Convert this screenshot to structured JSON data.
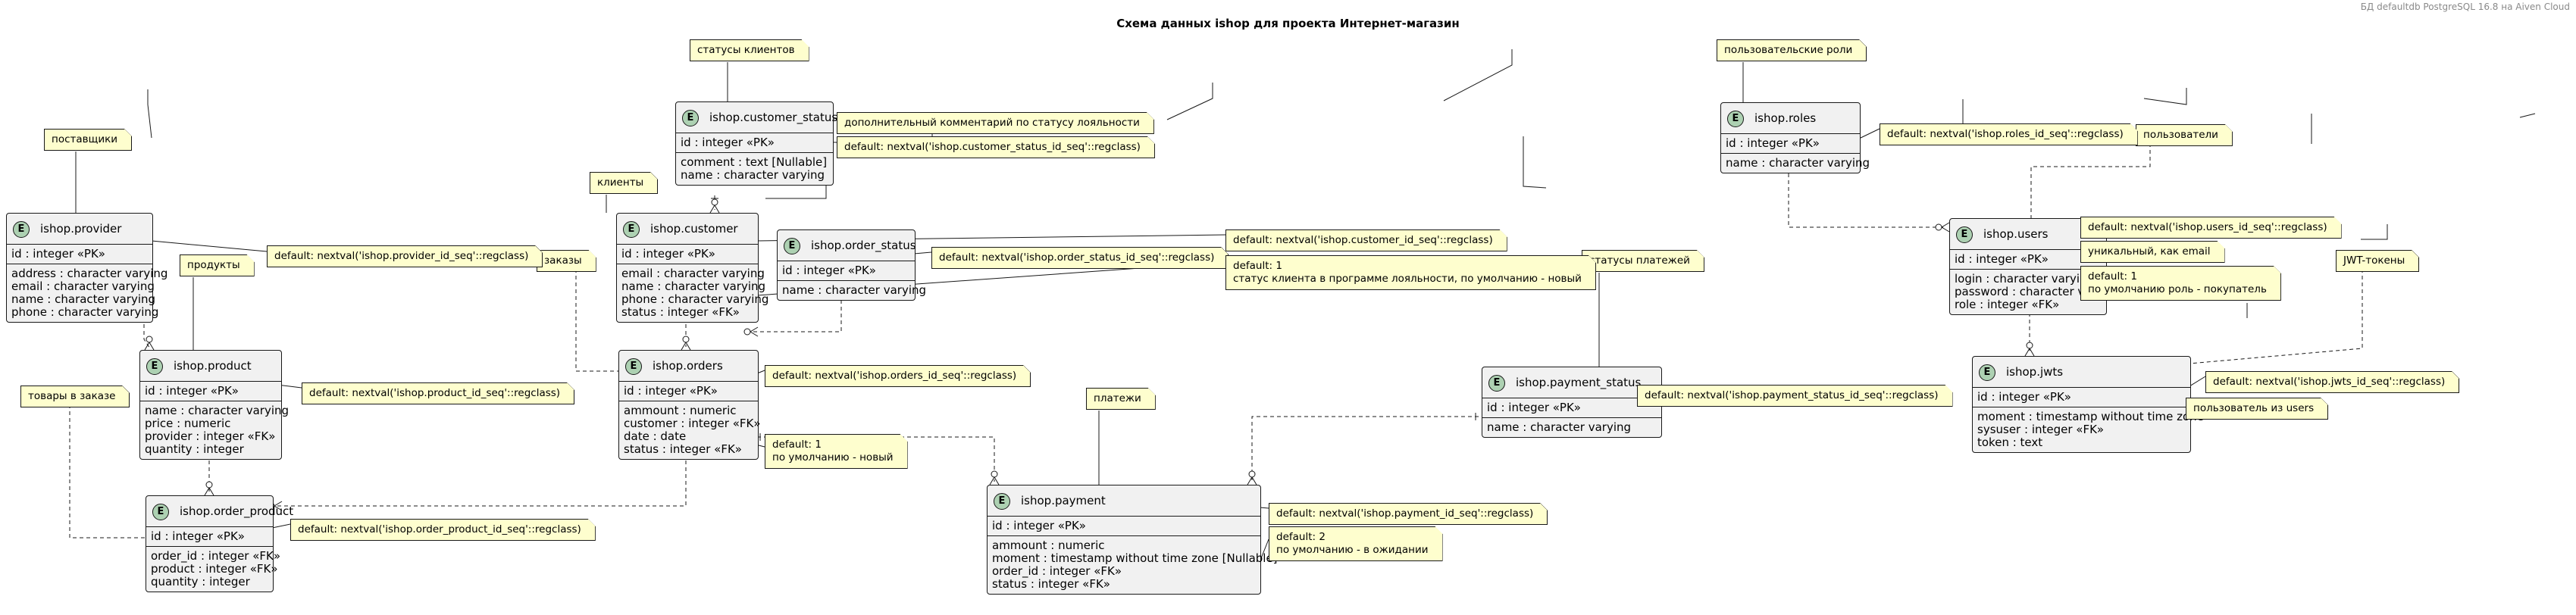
{
  "header": {
    "title": "Схема данных ishop для проекта Интернет-магазин",
    "db_note": "БД defaultdb PostgreSQL 16.8 на Aiven Cloud"
  },
  "entities": {
    "provider": {
      "name": "ishop.provider",
      "pk": [
        "id : integer «PK»"
      ],
      "fields": [
        "address : character varying",
        "email : character varying",
        "name : character varying",
        "phone : character varying"
      ]
    },
    "customer_status": {
      "name": "ishop.customer_status",
      "pk": [
        "id : integer «PK»"
      ],
      "fields": [
        "comment : text  [Nullable]",
        "name : character varying"
      ]
    },
    "customer": {
      "name": "ishop.customer",
      "pk": [
        "id : integer «PK»"
      ],
      "fields": [
        "email : character varying",
        "name : character varying",
        "phone : character varying",
        "status : integer «FK»"
      ]
    },
    "order_status": {
      "name": "ishop.order_status",
      "pk": [
        "id : integer «PK»"
      ],
      "fields": [
        "name : character varying"
      ]
    },
    "product": {
      "name": "ishop.product",
      "pk": [
        "id : integer «PK»"
      ],
      "fields": [
        "name : character varying",
        "price : numeric",
        "provider : integer «FK»",
        "quantity : integer"
      ]
    },
    "orders": {
      "name": "ishop.orders",
      "pk": [
        "id : integer «PK»"
      ],
      "fields": [
        "ammount : numeric",
        "customer : integer «FK»",
        "date : date",
        "status : integer «FK»"
      ]
    },
    "order_product": {
      "name": "ishop.order_product",
      "pk": [
        "id : integer «PK»"
      ],
      "fields": [
        "order_id : integer «FK»",
        "product : integer «FK»",
        "quantity : integer"
      ]
    },
    "payment": {
      "name": "ishop.payment",
      "pk": [
        "id : integer «PK»"
      ],
      "fields": [
        "ammount : numeric",
        "moment : timestamp without time zone  [Nullable]",
        "order_id : integer «FK»",
        "status : integer «FK»"
      ]
    },
    "payment_status": {
      "name": "ishop.payment_status",
      "pk": [
        "id : integer «PK»"
      ],
      "fields": [
        "name : character varying"
      ]
    },
    "roles": {
      "name": "ishop.roles",
      "pk": [
        "id : integer «PK»"
      ],
      "fields": [
        "name : character varying"
      ]
    },
    "users": {
      "name": "ishop.users",
      "pk": [
        "id : integer «PK»"
      ],
      "fields": [
        "login : character varying",
        "password : character varying",
        "role : integer «FK»"
      ]
    },
    "jwts": {
      "name": "ishop.jwts",
      "pk": [
        "id : integer «PK»"
      ],
      "fields": [
        "moment : timestamp without time zone",
        "sysuser : integer «FK»",
        "token : text"
      ]
    }
  },
  "notes": {
    "suppliers": "поставщики",
    "customer_statuses": "статусы клиентов",
    "clients": "клиенты",
    "orders_label": "заказы",
    "products": "продукты",
    "order_items": "товары в заказе",
    "payments": "платежи",
    "payment_statuses": "статусы платежей",
    "user_roles": "пользовательские роли",
    "users_label": "пользователи",
    "jwt_tokens": "JWT-токены",
    "provider_default": "default: nextval('ishop.provider_id_seq'::regclass)",
    "cs_comment": "дополнительный комментарий по статусу лояльности",
    "cs_default": "default: nextval('ishop.customer_status_id_seq'::regclass)",
    "customer_default": "default: nextval('ishop.customer_id_seq'::regclass)",
    "os_default": "default: nextval('ishop.order_status_id_seq'::regclass)",
    "customer_status_note": [
      "default: 1",
      "статус клиента в программе лояльности, по умолчанию - новый"
    ],
    "product_default": "default: nextval('ishop.product_id_seq'::regclass)",
    "orders_default": "default: nextval('ishop.orders_id_seq'::regclass)",
    "orders_status_note": [
      "default: 1",
      "по умолчанию - новый"
    ],
    "order_product_default": "default: nextval('ishop.order_product_id_seq'::regclass)",
    "payment_default": "default: nextval('ishop.payment_id_seq'::regclass)",
    "payment_status_note": [
      "default: 2",
      "по умолчанию - в ожидании"
    ],
    "payment_status_default": "default: nextval('ishop.payment_status_id_seq'::regclass)",
    "roles_default": "default: nextval('ishop.roles_id_seq'::regclass)",
    "users_default": "default: nextval('ishop.users_id_seq'::regclass)",
    "users_login_note": "уникальный, как email",
    "users_role_note": [
      "default: 1",
      "по умолчанию роль - покупатель"
    ],
    "jwts_default": "default: nextval('ishop.jwts_id_seq'::regclass)",
    "jwts_sysuser_note": "пользователь из users"
  },
  "colors": {
    "entity_fill": "#f1f1f1",
    "note_fill": "#fefece",
    "line": "#181818",
    "entity_icon": "#ADD1B2"
  }
}
